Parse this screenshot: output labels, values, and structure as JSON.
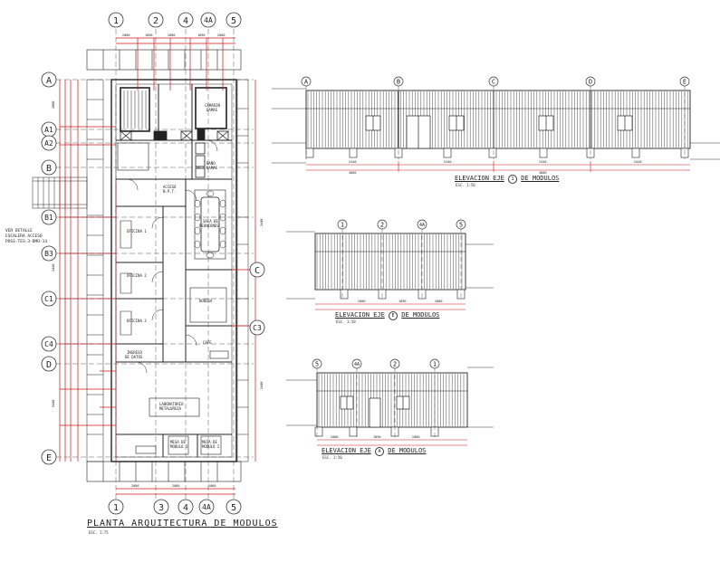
{
  "plan": {
    "title": "PLANTA ARQUITECTURA DE MODULOS",
    "scale": "ESC. 1:75",
    "axes_top": [
      "1",
      "2",
      "4",
      "4A",
      "5"
    ],
    "axes_bottom": [
      "1",
      "3",
      "4",
      "4A",
      "5"
    ],
    "axes_left": [
      "A",
      "A1",
      "A2",
      "B",
      "B1",
      "B3",
      "C1",
      "C4",
      "D",
      "E"
    ],
    "axes_right": [
      "C",
      "C3"
    ],
    "detail_note": [
      "VER DETALLE",
      "ESCALERA ACCESO",
      "POSS-TES-3-DMO-14"
    ],
    "rooms": {
      "camarin_damas": [
        "CAMARIN",
        "DAMAS"
      ],
      "bano_damas": [
        "BAÑO",
        "DAMAS"
      ],
      "acceso_npt": [
        "ACCESO",
        "N.P.T."
      ],
      "sala_reuniones": [
        "SALA DE",
        "REUNIONES"
      ],
      "oficina1": "OFICINA 1",
      "oficina2": "OFICINA 2",
      "oficina3": "OFICINA 3",
      "bodega": "BODEGA",
      "cafe": "CAFE",
      "ingreso_datos": [
        "INGRESO",
        "DE DATOS"
      ],
      "laboratorio": [
        "LABORATORIO",
        "METALURGIA"
      ],
      "mesa1": [
        "MESA DE",
        "MODULO 1"
      ],
      "mesa2": [
        "MESA DE",
        "MODULO 2"
      ]
    }
  },
  "elevations": {
    "e1": {
      "title": "ELEVACION EJE",
      "axis": "1",
      "suffix": "DE MODULOS",
      "scale": "ESC. 1:50",
      "axes": [
        "A",
        "B",
        "C",
        "D",
        "E"
      ]
    },
    "e2": {
      "title": "ELEVACION EJE",
      "axis": "E",
      "suffix": "DE MODULOS",
      "scale": "ESC. 1:50",
      "axes": [
        "1",
        "2",
        "4A",
        "5"
      ]
    },
    "e3": {
      "title": "ELEVACION EJE",
      "axis": "A",
      "suffix": "DE MODULOS",
      "scale": "ESC. 1:50",
      "axes": [
        "5",
        "4A",
        "2",
        "1"
      ]
    }
  },
  "colors": {
    "line": "#222222",
    "dim": "#d41414",
    "dimtext": "#e8e000",
    "axis": "#333333"
  }
}
